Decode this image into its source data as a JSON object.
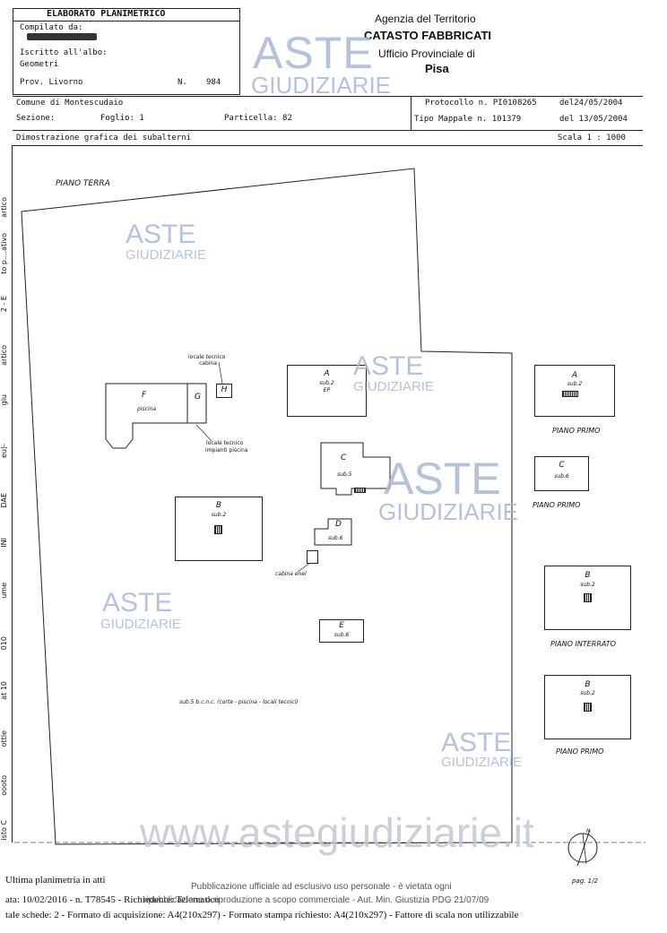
{
  "header": {
    "box_title": "ELABORATO PLANIMETRICO",
    "compilato_label": "Compilato da:",
    "iscritto_label": "Iscritto all'albo:",
    "iscritto_value": "Geometri",
    "prov_label": "Prov. Livorno",
    "n_label": "N.",
    "n_value": "984",
    "agency_line1": "Agenzia del Territorio",
    "agency_line2": "CATASTO FABBRICATI",
    "agency_line3": "Ufficio Provinciale di",
    "agency_line4": "Pisa"
  },
  "info": {
    "comune": "Comune di Montescudaio",
    "sezione_label": "Sezione:",
    "foglio": "Foglio: 1",
    "particella": "Particella: 82",
    "protocollo": "Protocollo n. PI0108265",
    "protocollo_date": "del24/05/2004",
    "tipo_mappale": "Tipo Mappale n. 101379",
    "tipo_date": "del 13/05/2004",
    "dimostrazione": "Dimostrazione grafica dei subalterni",
    "scala": "Scala 1 : 1000"
  },
  "plan": {
    "piano_terra": "PIANO TERRA",
    "locale_tecnico_cabina": "locale tecnico",
    "locale_tecnico_cabina2": "cabina",
    "locale_tecnico_impianti": "locale tecnico",
    "locale_tecnico_impianti2": "impianti piscina",
    "cabina_enel": "cabina enel",
    "bcnc_note": "sub.5 b.c.n.c. (corte - piscina - locali tecnici)",
    "rooms": {
      "A": {
        "letter": "A",
        "sub": "sub.2",
        "extra": "EP"
      },
      "F": {
        "letter": "F",
        "sub": "piscina"
      },
      "G": {
        "letter": "G"
      },
      "H": {
        "letter": "H"
      },
      "B": {
        "letter": "B",
        "sub": "sub.2"
      },
      "C": {
        "letter": "C",
        "sub": "sub.5"
      },
      "D": {
        "letter": "D",
        "sub": "sub.6"
      },
      "E": {
        "letter": "E",
        "sub": "sub.6"
      }
    },
    "side": [
      {
        "letter": "A",
        "sub": "sub.2",
        "floor": "PIANO PRIMO"
      },
      {
        "letter": "C",
        "sub": "sub.6",
        "floor": "PIANO PRIMO"
      },
      {
        "letter": "B",
        "sub": "sub.2",
        "floor": "PIANO INTERRATO"
      },
      {
        "letter": "B",
        "sub": "sub.2",
        "floor": "PIANO PRIMO"
      }
    ],
    "north": "N",
    "page": "pag. 1/2"
  },
  "left_margin": [
    "artico",
    "to p....ativo",
    "2 - E",
    "artico",
    "giu",
    "eu)-",
    "DAE",
    "INI",
    "ume",
    "010",
    "at 10",
    "ottle",
    "oooto",
    "isto C"
  ],
  "footer": {
    "ultima": "Ultima planimetria in atti",
    "pubblicazione": "Pubblicazione ufficiale ad esclusivo uso personale - è vietata ogni",
    "data_line": "ata: 10/02/2016 - n. T78545 - Richiedente: Telematico",
    "riproduzione": "ripubblicazione o riproduzione a scopo commerciale - Aut. Min. Giustizia PDG 21/07/09",
    "totale": "tale schede: 2 - Formato di acquisizione: A4(210x297) - Formato stampa richiesto: A4(210x297) - Fattore di scala non utilizzabile"
  },
  "watermark": {
    "aste": "ASTE",
    "giudiziarie": "GIUDIZIARIE",
    "url": "www.astegiudiziarie.it"
  },
  "colors": {
    "watermark": "#a7b8d6",
    "ink": "#111111"
  }
}
